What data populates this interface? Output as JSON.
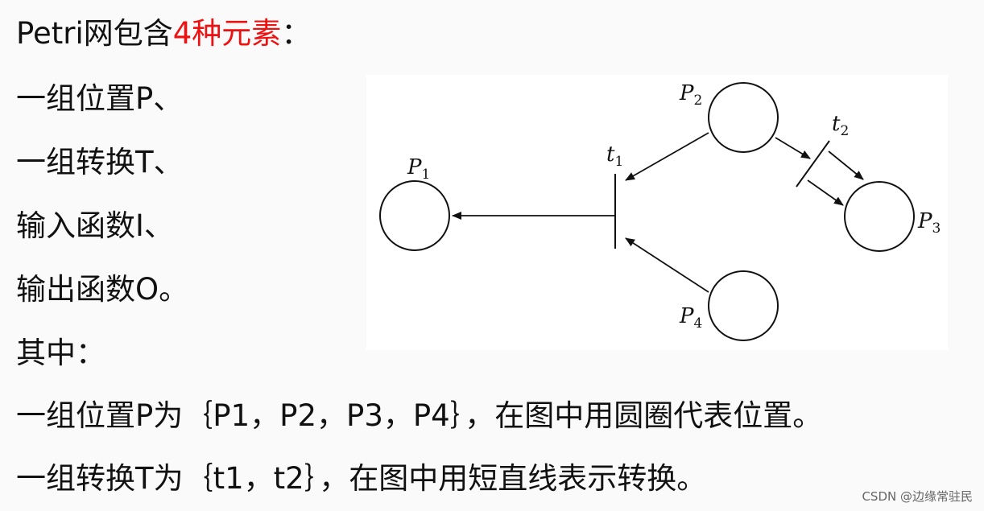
{
  "text": {
    "line1_a": "Petri网包含",
    "line1_b": "4种元素",
    "line1_c": "：",
    "line2": "一组位置P、",
    "line3": "一组转换T、",
    "line4": "输入函数I、",
    "line5": "输出函数O。",
    "line6": "其中：",
    "line7": "一组位置P为｛P1，P2，P3，P4｝，在图中用圆圈代表位置。",
    "line8": "一组转换T为｛t1，t2｝，在图中用短直线表示转换。"
  },
  "colors": {
    "highlight": "#ee1111",
    "ink": "#111111"
  },
  "diagram": {
    "places": [
      {
        "id": "P1",
        "letter": "P",
        "sub": "1"
      },
      {
        "id": "P2",
        "letter": "P",
        "sub": "2"
      },
      {
        "id": "P3",
        "letter": "P",
        "sub": "3"
      },
      {
        "id": "P4",
        "letter": "P",
        "sub": "4"
      }
    ],
    "transitions": [
      {
        "id": "t1",
        "letter": "t",
        "sub": "1"
      },
      {
        "id": "t2",
        "letter": "t",
        "sub": "2"
      }
    ],
    "arcs": [
      {
        "from": "P2",
        "to": "t1"
      },
      {
        "from": "P4",
        "to": "t1"
      },
      {
        "from": "t1",
        "to": "P1"
      },
      {
        "from": "P2",
        "to": "t2"
      },
      {
        "from": "t2",
        "to": "P3"
      }
    ]
  },
  "watermark": "CSDN @边缘常驻民"
}
